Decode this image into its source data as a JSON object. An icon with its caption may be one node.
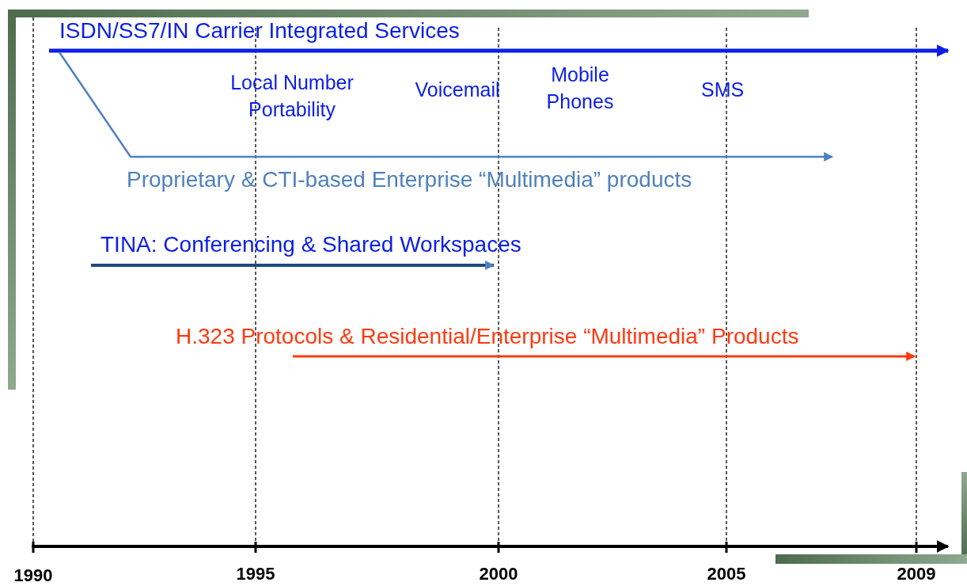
{
  "diagram": {
    "labels": [
      "ISDN/SS7/IN Carrier Integrated Services",
      "Local Number Portability",
      "Voicemail",
      "Mobile Phones",
      "SMS",
      "Proprietary & CTI-based Enterprise “Multimedia” products",
      "TINA: Conferencing & Shared Workspaces",
      "H.323 Protocols & Residential/Enterprise “Multimedia” Products",
      "1990",
      "1995",
      "2000",
      "2005",
      "2009"
    ]
  }
}
